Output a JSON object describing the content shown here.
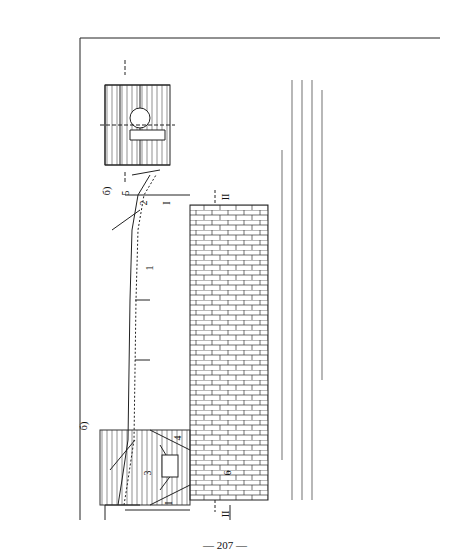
{
  "diagram": {
    "caption": "— 207 —",
    "labels": [
      "б)",
      "б)",
      "1",
      "2",
      "3",
      "4",
      "5",
      "6",
      "I",
      "I",
      "II",
      "II"
    ]
  }
}
